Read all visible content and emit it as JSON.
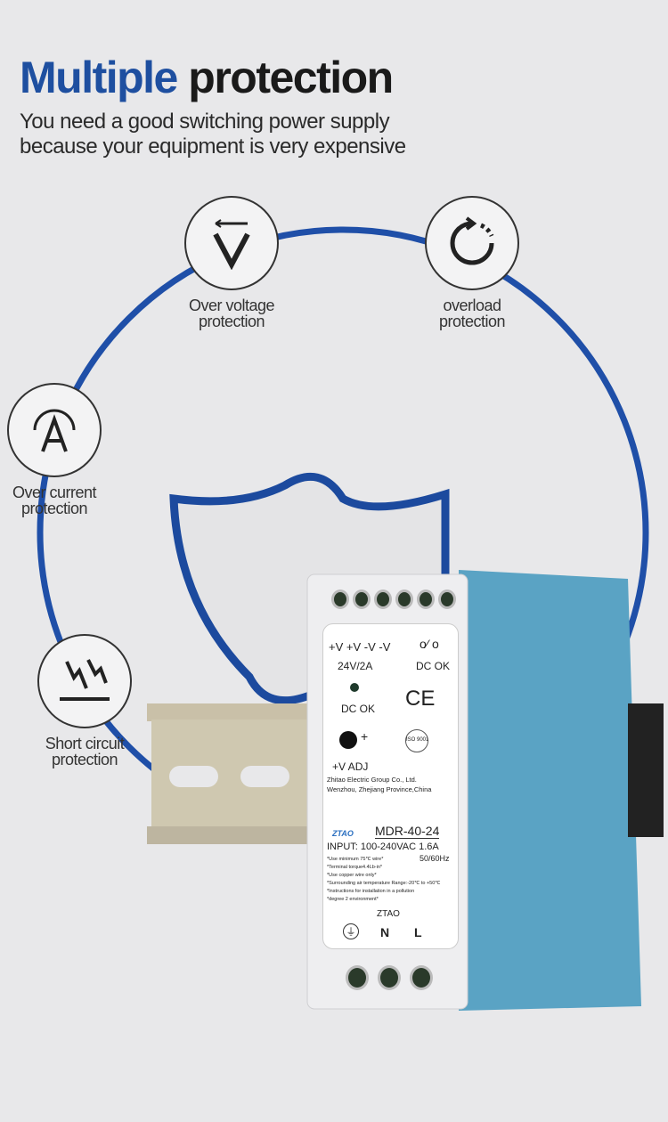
{
  "header": {
    "title_blue": "Multiple",
    "title_black": "protection",
    "subtitle_line1": "You need a good switching power supply",
    "subtitle_line2": "because your equipment is very expensive"
  },
  "features": [
    {
      "icon": "over-voltage-icon",
      "line1": "Over voltage",
      "line2": "protection"
    },
    {
      "icon": "overload-icon",
      "line1": "overload",
      "line2": "protection"
    },
    {
      "icon": "ampere-icon",
      "line1": "Over current",
      "line2": "protection"
    },
    {
      "icon": "short-circuit-icon",
      "line1": "Short circuit",
      "line2": "protection"
    }
  ],
  "device": {
    "terminals_top": "+V  +V  -V   -V",
    "rating": "24V/2A",
    "dc_ok_top": "DC OK",
    "dc_ok_led": "DC OK",
    "ce": "CE",
    "iso": "ISO 9001",
    "vadj": "+V ADJ",
    "company1": "Zhitao Electric Group Co., Ltd.",
    "company2": "Wenzhou, Zhejiang Province,China",
    "brand": "ZTAO",
    "model": "MDR-40-24",
    "input": "INPUT:  100-240VAC  1.6A",
    "freq": "50/60Hz",
    "notes": [
      "*Use minimum 75℃ wire*",
      "*Terminal torque4.4Lb-in*",
      "*Use copper wire only*",
      "*Surrounding air temperature Range:-20℃  to +50℃",
      "*Instructions for installation in a pollution",
      "*degree 2 environment*"
    ],
    "maker": "ZTAO",
    "n": "N",
    "l": "L"
  },
  "colors": {
    "accent": "#1e4fa0",
    "device_body": "#5aa3c4"
  }
}
